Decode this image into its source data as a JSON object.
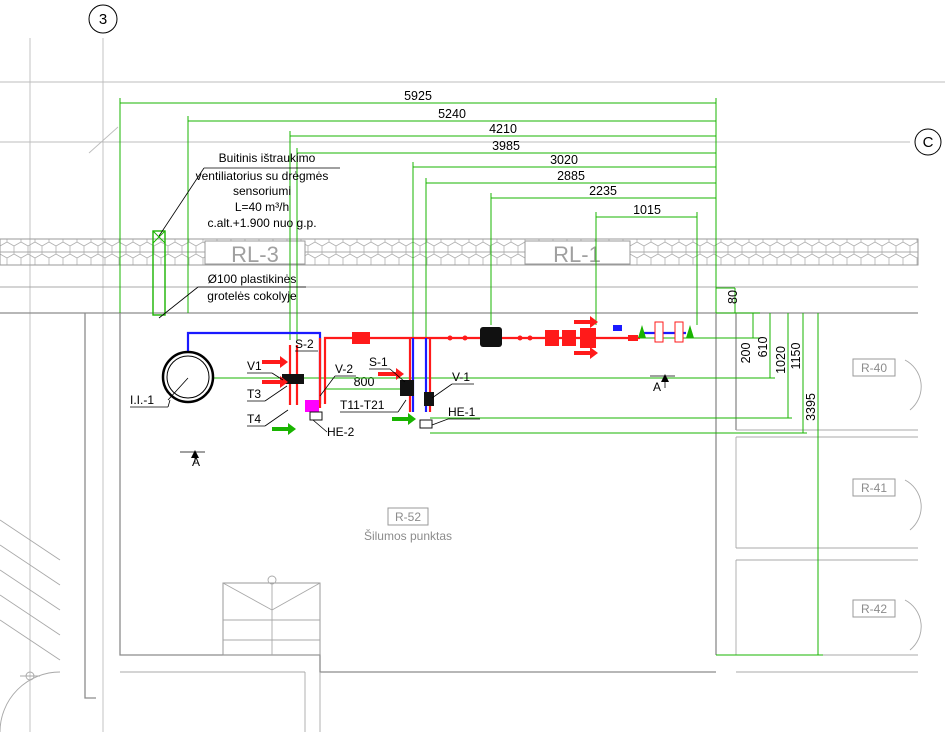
{
  "grid": {
    "axis_3": "3",
    "axis_c": "C"
  },
  "ducts": {
    "rl3": "RL-3",
    "rl1": "RL-1"
  },
  "dimensions": {
    "d5925": "5925",
    "d5240": "5240",
    "d4210": "4210",
    "d3985": "3985",
    "d3020": "3020",
    "d2885": "2885",
    "d2235": "2235",
    "d1015": "1015",
    "d800": "800",
    "v80": "80",
    "v200": "200",
    "v610": "610",
    "v1020": "1020",
    "v1150": "1150",
    "v3395": "3395"
  },
  "notes": {
    "fan_1": "Buitinis ištraukimo",
    "fan_2": "ventiliatorius su drėgmės",
    "fan_3": "sensoriumi",
    "fan_4": "L=40 m³/h",
    "fan_5": "c.alt.+1.900 nuo g.p.",
    "grille_1": "Ø100 plastikinės",
    "grille_2": "grotelės cokolyje"
  },
  "tags": {
    "v1_left": "V1",
    "t3": "T3",
    "t4": "T4",
    "s2": "S-2",
    "v2": "V-2",
    "he2": "HE-2",
    "s1": "S-1",
    "t11_t21": "T11-T21",
    "v1_right": "V-1",
    "he1": "HE-1",
    "ii1": "I.I.-1",
    "section_a1": "A",
    "section_a2": "A"
  },
  "rooms": {
    "r52_code": "R-52",
    "r52_name": "Šilumos punktas",
    "r40": "R-40",
    "r41": "R-41",
    "r42": "R-42"
  },
  "colors": {
    "dimension": "#19b400",
    "supply": "#ff1a1a",
    "return": "#1a1aff",
    "accent": "#ff00ff"
  }
}
